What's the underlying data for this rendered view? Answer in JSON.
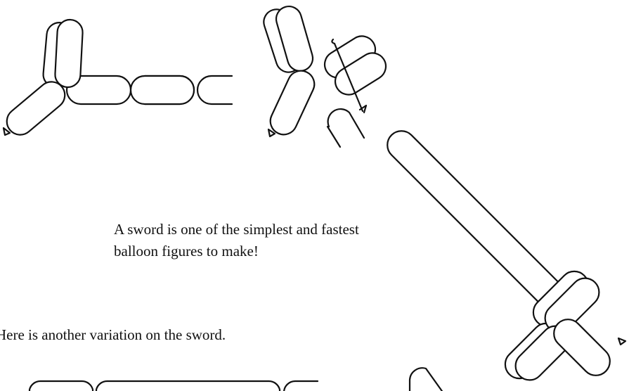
{
  "captions": {
    "line1": "A sword is one of the simplest and fastest",
    "line2": "balloon figures to make!",
    "variation": "Here is another variation on the sword."
  },
  "colors": {
    "ink": "#111111",
    "balloon_fill": "#ffffff"
  }
}
